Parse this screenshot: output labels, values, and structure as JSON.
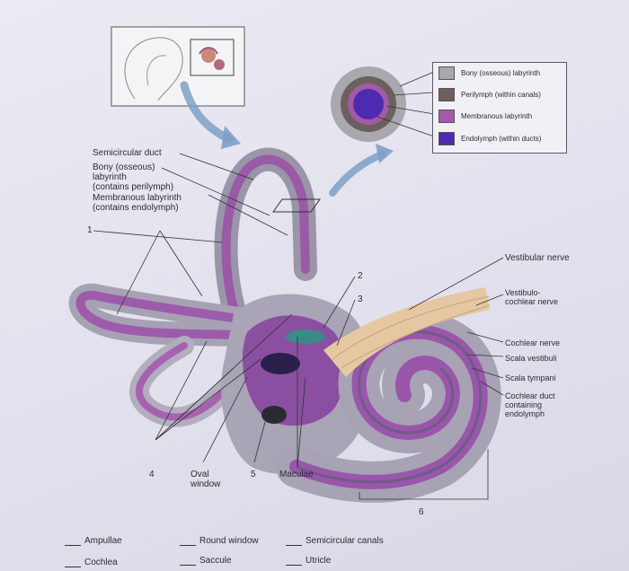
{
  "legend": {
    "items": [
      {
        "label": "Bony (osseous) labyrinth",
        "color": "#a8a8ad"
      },
      {
        "label": "Perilymph (within canals)",
        "color": "#6b605e"
      },
      {
        "label": "Membranous labyrinth",
        "color": "#a35ba7"
      },
      {
        "label": "Endolymph (within ducts)",
        "color": "#4c2bb0"
      }
    ]
  },
  "left_labels": {
    "semicircular_duct": "Semicircular duct",
    "bony_labyrinth": "Bony (osseous)\nlabyrinth\n(contains perilymph)",
    "membranous_labyrinth": "Membranous labyrinth\n(contains endolymph)"
  },
  "numbers": {
    "n1": "1",
    "n2": "2",
    "n3": "3",
    "n4": "4",
    "n5": "5",
    "n6": "6"
  },
  "bottom_labels": {
    "oval_window": "Oval\nwindow",
    "maculae": "Maculae"
  },
  "right_labels": {
    "vestibular_nerve": "Vestibular nerve",
    "vestibulocochlear_nerve": "Vestibulo-\ncochlear nerve",
    "cochlear_nerve": "Cochlear nerve",
    "scala_vestibuli": "Scala vestibuli",
    "scala_tympani": "Scala tympani",
    "cochlear_duct": "Cochlear duct\ncontaining\nendolymph"
  },
  "answers": [
    "Ampullae",
    "Round window",
    "Semicircular canals",
    "Cochlea",
    "Saccule",
    "Utricle"
  ]
}
